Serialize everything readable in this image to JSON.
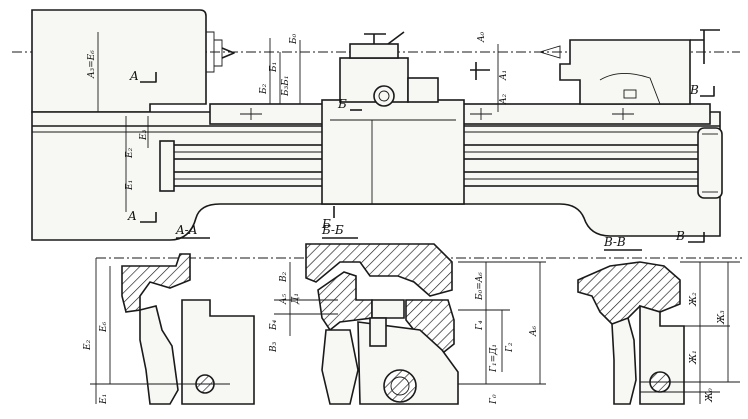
{
  "sections": {
    "a": "A-A",
    "b": "Б-Б",
    "c": "В-В"
  },
  "cut_marks": {
    "a_top": "A",
    "a_bottom": "A",
    "b_top": "Б",
    "b_bottom": "Б",
    "c_top": "В",
    "c_bottom": "В"
  },
  "top_dims": {
    "a3_e6": "A₃=E₆",
    "b0": "Б₀",
    "b1": "Б₁",
    "b2": "Б₂",
    "b3_b1": "Б₃Б₁",
    "a0": "A₀",
    "a1": "A₁",
    "a2": "A₂",
    "e3": "E₃",
    "e2": "E₂",
    "e1": "E₁"
  },
  "section_a_dims": {
    "e2": "E₂",
    "e6": "E₆",
    "e1": "E₁"
  },
  "section_b_dims": {
    "b2": "В₂",
    "a5": "A₅",
    "d1": "Д₁",
    "b4": "Б₄",
    "b3": "В₃",
    "b0_a6": "Б₀=A₆",
    "g4": "Г₄",
    "g1_d1": "Г₁=Д₁",
    "g2": "Г₂",
    "a6": "A₆",
    "g0": "Г₀"
  },
  "section_c_dims": {
    "zh2": "Ж₂",
    "zh3": "Ж₃",
    "zh1": "Ж₁",
    "zh0": "Ж₀"
  }
}
